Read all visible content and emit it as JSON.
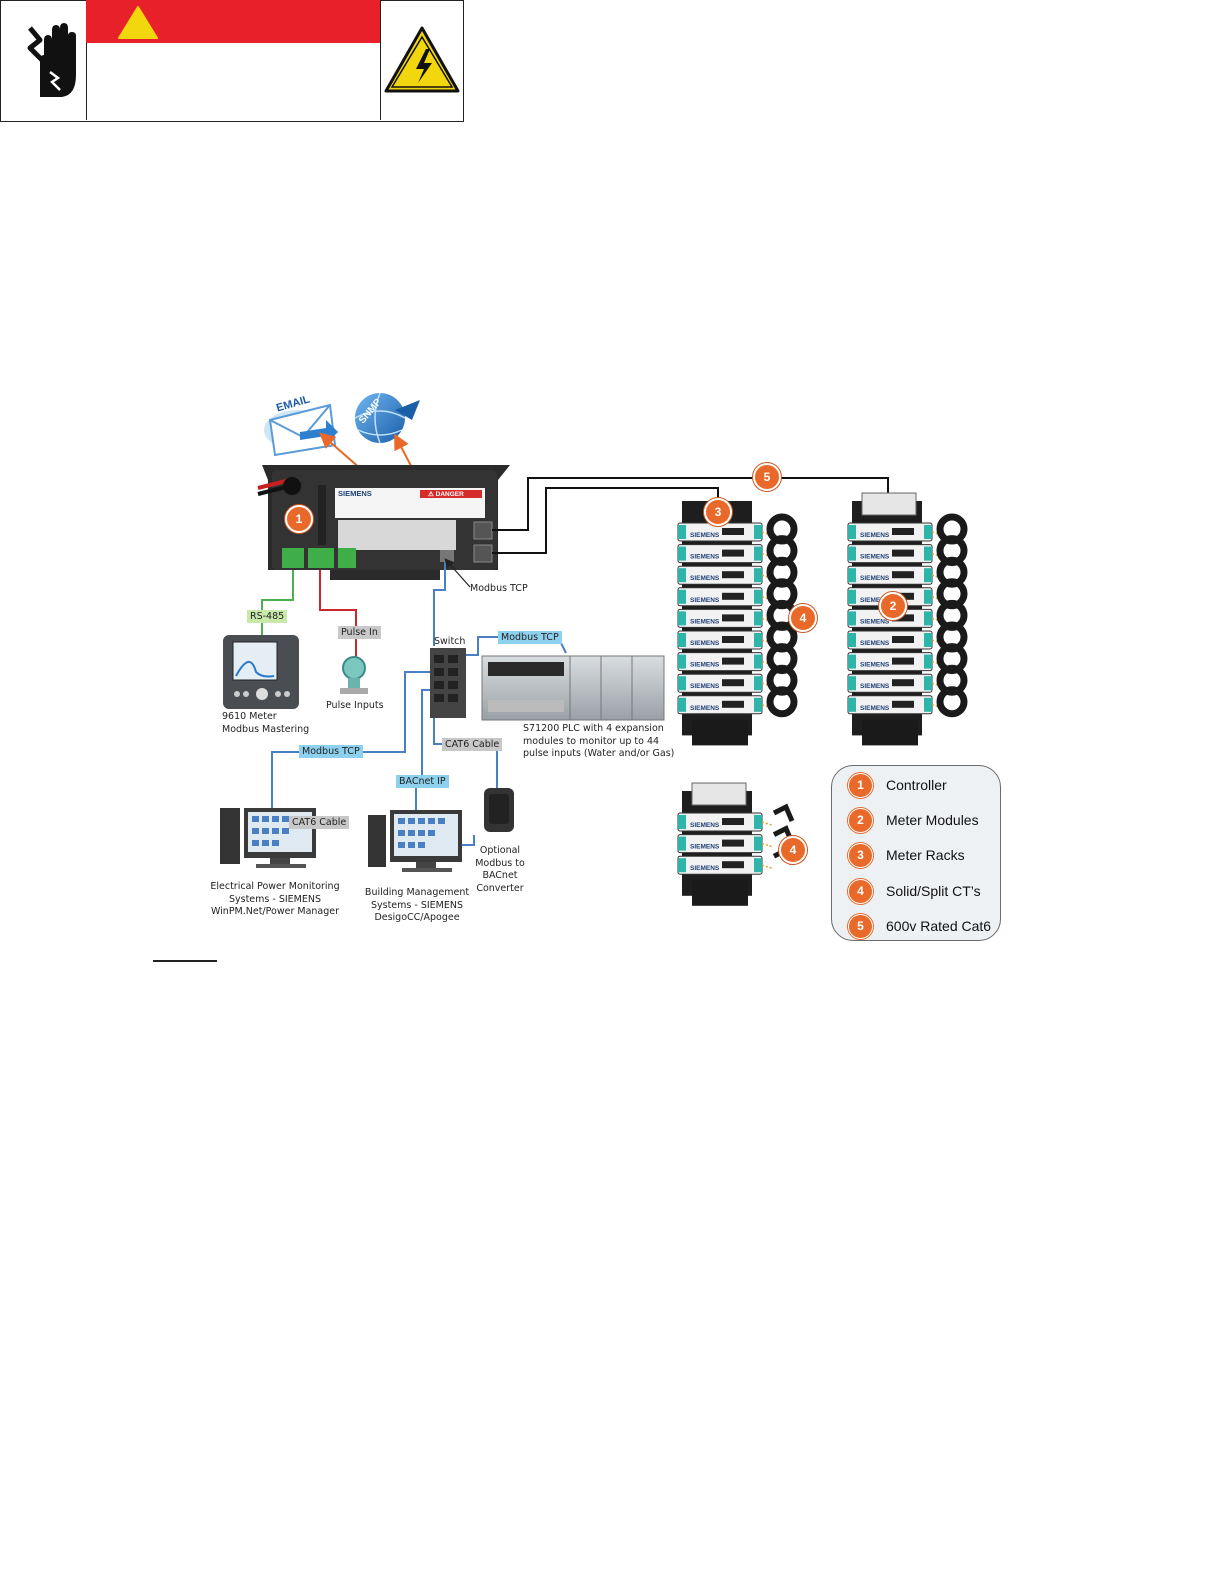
{
  "legend": {
    "items": [
      {
        "num": "1",
        "label": "Controller"
      },
      {
        "num": "2",
        "label": "Meter Modules"
      },
      {
        "num": "3",
        "label": "Meter Racks"
      },
      {
        "num": "4",
        "label": "Solid/Split CT’s"
      },
      {
        "num": "5",
        "label": "600v Rated Cat6"
      }
    ]
  },
  "callouts": {
    "controller": "1",
    "meter_modules": "2",
    "meter_rack": "3",
    "ct_a": "4",
    "ct_b": "4",
    "cat6": "5"
  },
  "cloud_labels": {
    "email": "EMAIL",
    "snmp": "SNMP"
  },
  "controller_text": {
    "brand": "SIEMENS",
    "danger": "⚠ DANGER"
  },
  "connection_tags": {
    "rs485": "RS-485",
    "pulse_in": "Pulse In",
    "modbus_tcp_plc": "Modbus TCP",
    "modbus_tcp_pc": "Modbus TCP",
    "cat6_converter": "CAT6 Cable",
    "cat6_pc": "CAT6 Cable",
    "bacnet_ip": "BACnet IP"
  },
  "labels": {
    "modbus_tcp_controller": "Modbus TCP",
    "switch": "Switch",
    "meter_9610": "9610 Meter\nModbus Mastering",
    "pulse_inputs": "Pulse Inputs",
    "plc": "S71200 PLC with 4 expansion\nmodules to monitor up to 44\npulse inputs (Water and/or Gas)",
    "epms": "Electrical Power Monitoring\nSystems - SIEMENS\nWinPM.Net/Power Manager",
    "bms": "Building Management\nSystems - SIEMENS\nDesigoCC/Apogee",
    "converter": "Optional\nModbus to\nBACnet\nConverter"
  },
  "module_brand": "SIEMENS",
  "colors": {
    "danger_red": "#e8202a",
    "warning_yellow": "#f2d70e",
    "callout_orange": "#e8692a",
    "link_blue": "#4a7fc4",
    "link_green": "#4caf50",
    "link_red": "#c8282e",
    "module_teal": "#2fb4a9"
  }
}
